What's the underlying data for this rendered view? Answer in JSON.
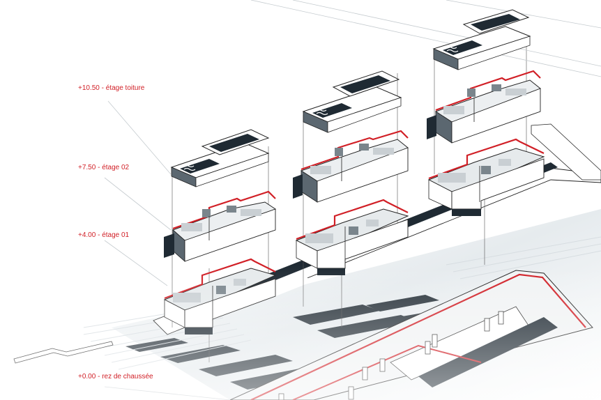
{
  "levels": {
    "roof": "+10.50 - étage toiture",
    "floor2": "+7.50 - étage 02",
    "floor1": "+4.00 - étage 01",
    "ground": "+0.00 - rez de chaussée"
  },
  "colors": {
    "accent": "#d11f26",
    "dark_fill": "#1f2a33",
    "mid_fill": "#5b6770",
    "light_fill": "#e7eaec",
    "line": "#222222",
    "leader": "#9aa3a9"
  }
}
